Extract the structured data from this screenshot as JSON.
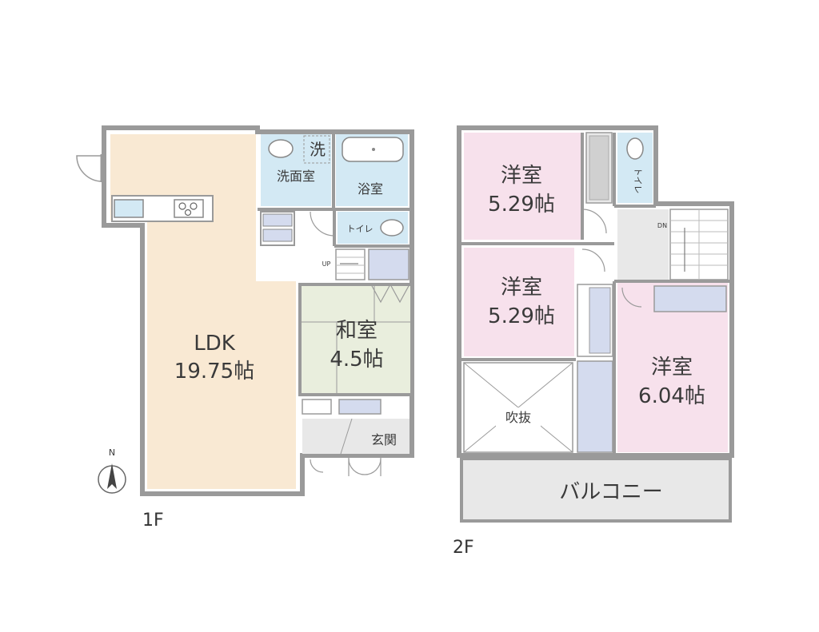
{
  "colors": {
    "ldk": "#f9e9d3",
    "washitsu": "#e9eedd",
    "wet": "#d3e9f4",
    "youshitsu": "#f7e1ec",
    "storage": "#d4dbee",
    "gray": "#e8e8e8",
    "wall": "#9a9a9a"
  },
  "floor1": {
    "label": "1F",
    "ldk": {
      "name": "LDK",
      "size": "19.75帖"
    },
    "washitsu": {
      "name": "和室",
      "size": "4.5帖"
    },
    "senmen": "洗面室",
    "sen": "洗",
    "yokushitsu": "浴室",
    "toilet": "トイレ",
    "genkan": "玄関",
    "up": "UP",
    "north": "N"
  },
  "floor2": {
    "label": "2F",
    "room1": {
      "name": "洋室",
      "size": "5.29帖"
    },
    "room2": {
      "name": "洋室",
      "size": "5.29帖"
    },
    "room3": {
      "name": "洋室",
      "size": "6.04帖"
    },
    "fukinuke": "吹抜",
    "balcony": "バルコニー",
    "toilet": "トイレ",
    "dn": "DN"
  }
}
